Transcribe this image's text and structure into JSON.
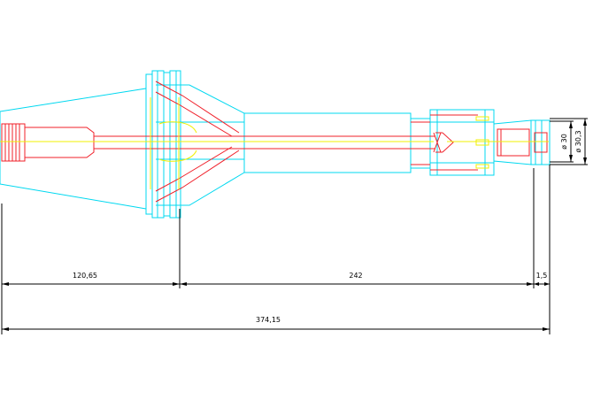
{
  "colors": {
    "outline": "#00d8f0",
    "detail": "#f0202a",
    "centerline": "#f0f000",
    "dimension": "#000000"
  },
  "dimensions": {
    "d1": "120,65",
    "d2": "242",
    "d3": "1,5",
    "total": "374,15",
    "dia_inner": "ø 30",
    "dia_outer": "ø 30,3"
  }
}
